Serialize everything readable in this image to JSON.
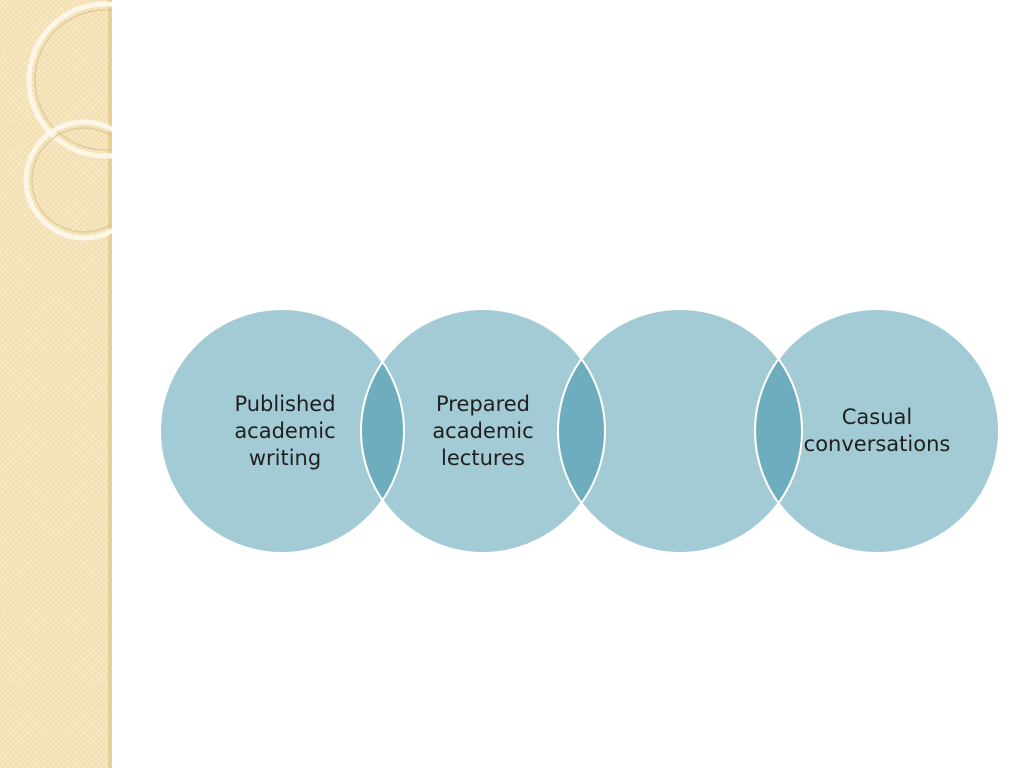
{
  "slide": {
    "colors": {
      "circle_fill": "#a3cbd5",
      "overlap_fill": "#6eadbd",
      "circle_stroke": "#ffffff",
      "side_band": "#f3dfb0",
      "text": "#1f1f1f"
    },
    "circles": [
      {
        "label": "Published\nacademic\nwriting"
      },
      {
        "label": "Prepared\nacademic\nlectures"
      },
      {
        "label": ""
      },
      {
        "label": "Casual\nconversations"
      }
    ]
  }
}
